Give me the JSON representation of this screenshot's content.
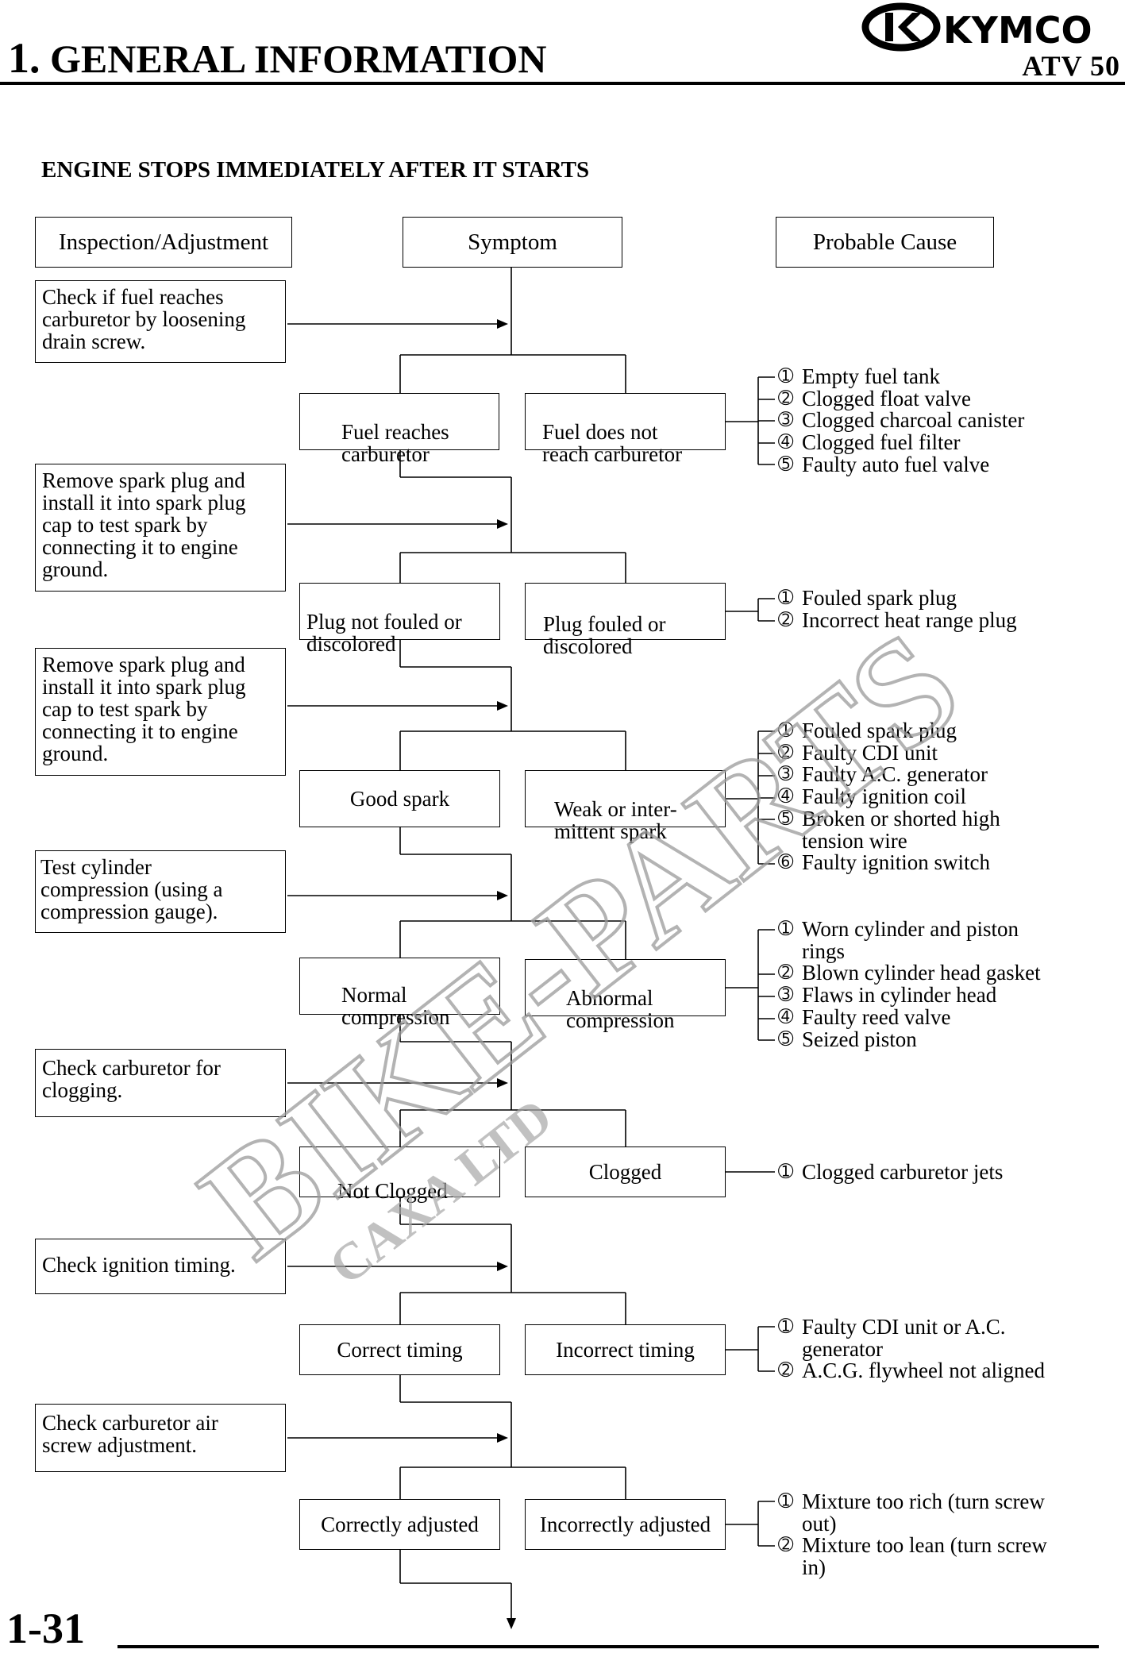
{
  "header": {
    "chapter_number": "1.",
    "chapter_title": "GENERAL INFORMATION",
    "brand": "KYMCO",
    "model": "ATV 50"
  },
  "section_title": "ENGINE STOPS IMMEDIATELY AFTER IT STARTS",
  "columns": {
    "inspection": "Inspection/Adjustment",
    "symptom": "Symptom",
    "cause": "Probable Cause"
  },
  "steps": [
    {
      "inspection": "Check if fuel reaches\ncarburetor by loosening\ndrain screw.",
      "ok": "Fuel reaches\ncarburetor",
      "fault": "Fuel does not\nreach carburetor",
      "causes": [
        "Empty fuel tank",
        "Clogged float valve",
        "Clogged charcoal canister",
        "Clogged fuel filter",
        "Faulty auto fuel valve"
      ]
    },
    {
      "inspection": "Remove spark plug and\ninstall it into spark plug\ncap to test spark by\nconnecting it to engine\nground.",
      "ok": "Plug not fouled or\ndiscolored",
      "fault": "Plug fouled or\ndiscolored",
      "causes": [
        "Fouled spark plug",
        "Incorrect heat range plug"
      ]
    },
    {
      "inspection": "Remove spark plug and\ninstall it into spark plug\ncap to test spark by\nconnecting it to engine\nground.",
      "ok": "Good spark",
      "fault": "Weak or inter-\nmittent spark",
      "causes": [
        "Fouled spark plug",
        "Faulty CDI unit",
        "Faulty A.C. generator",
        "Faulty ignition coil",
        "Broken or shorted high\ntension wire",
        "Faulty ignition switch"
      ]
    },
    {
      "inspection": "Test cylinder\ncompression (using a\ncompression gauge).",
      "ok": "Normal\ncompression",
      "fault": "Abnormal\ncompression",
      "causes": [
        "Worn cylinder and piston\nrings",
        "Blown cylinder head gasket",
        "Flaws in cylinder head",
        "Faulty reed valve",
        "Seized piston"
      ]
    },
    {
      "inspection": "Check carburetor for\nclogging.",
      "ok": "Not Clogged",
      "fault": "Clogged",
      "causes": [
        "Clogged carburetor jets"
      ]
    },
    {
      "inspection": "Check ignition timing.",
      "ok": "Correct timing",
      "fault": "Incorrect timing",
      "causes": [
        "Faulty CDI unit or A.C.\ngenerator",
        "A.C.G. flywheel not aligned"
      ]
    },
    {
      "inspection": "Check carburetor air\nscrew adjustment.",
      "ok": "Correctly adjusted",
      "fault": "Incorrectly adjusted",
      "causes": [
        "Mixture too rich (turn screw\nout)",
        "Mixture too lean (turn screw\nin)"
      ]
    }
  ],
  "markers": [
    "➀",
    "➁",
    "➂",
    "➃",
    "➄",
    "➅"
  ],
  "watermark": "BIKE-PARTS",
  "watermark_sub": "CAXA LTD",
  "page_number": "1-31"
}
